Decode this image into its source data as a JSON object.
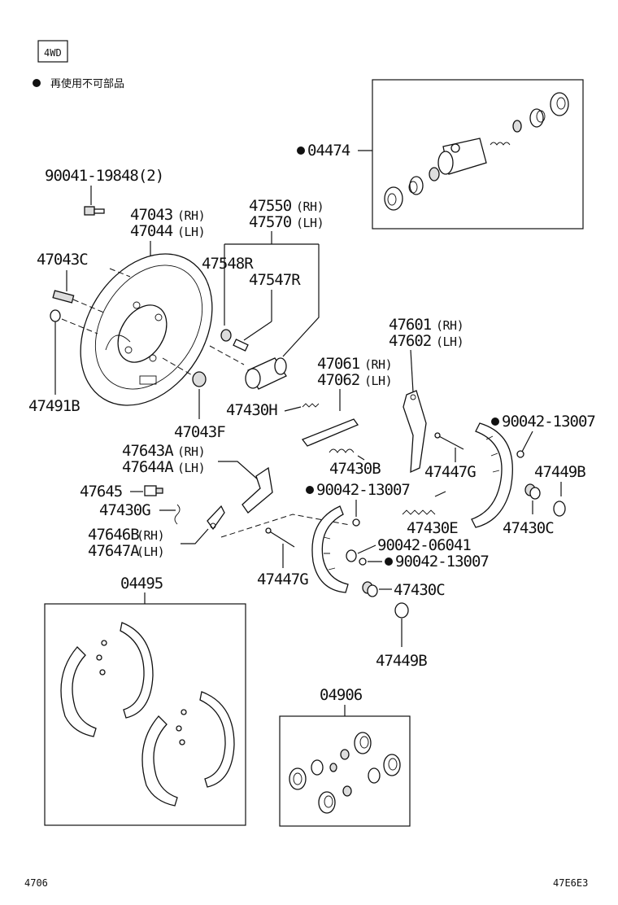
{
  "header": {
    "badge": "4WD",
    "legend_text": "再使用不可部品"
  },
  "labels": {
    "p04474": "04474",
    "p90041": "90041-19848(2)",
    "p47043": "47043",
    "p47043_rh": "(RH)",
    "p47044": "47044",
    "p47044_lh": "(LH)",
    "p47550": "47550",
    "p47550_rh": "(RH)",
    "p47570": "47570",
    "p47570_lh": "(LH)",
    "p47043C": "47043C",
    "p47548R": "47548R",
    "p47547R": "47547R",
    "p47491B": "47491B",
    "p47043F": "47043F",
    "p47601": "47601",
    "p47601_rh": "(RH)",
    "p47602": "47602",
    "p47602_lh": "(LH)",
    "p47061": "47061",
    "p47061_rh": "(RH)",
    "p47062": "47062",
    "p47062_lh": "(LH)",
    "p47430H": "47430H",
    "p90042_a": "90042-13007",
    "p47643A": "47643A",
    "p47643A_rh": "(RH)",
    "p47644A": "47644A",
    "p47644A_lh": "(LH)",
    "p47430B": "47430B",
    "p47447G_a": "47447G",
    "p47449B_a": "47449B",
    "p47645": "47645",
    "p90042_b": "90042-13007",
    "p47430G": "47430G",
    "p47430E": "47430E",
    "p47430C_a": "47430C",
    "p47646B": "47646B",
    "p47646B_rh": "(RH)",
    "p47647A": "47647A",
    "p47647A_lh": "(LH)",
    "p90042_06041": "90042-06041",
    "p90042_c": "90042-13007",
    "p04495": "04495",
    "p47447G_b": "47447G",
    "p47430C_b": "47430C",
    "p47449B_b": "47449B",
    "p04906": "04906"
  },
  "footer": {
    "left": "4706",
    "right": "47E6E3"
  }
}
